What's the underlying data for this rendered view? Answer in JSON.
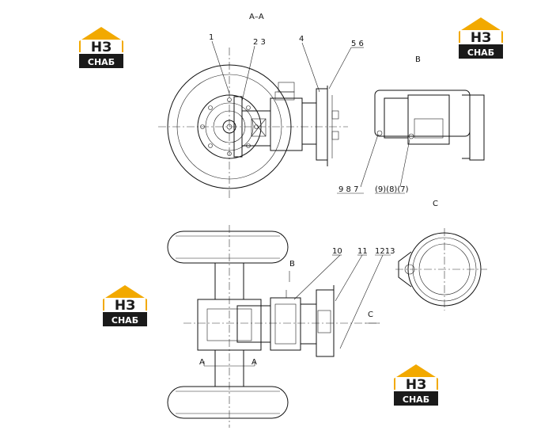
{
  "labels": {
    "section_aa": "A–A",
    "view_b": "B",
    "view_c": "C",
    "b_marker": "B",
    "c_marker": "C",
    "p1": "1",
    "p23": "2 3",
    "p4": "4",
    "p56": "5 6",
    "p987": "9 8 7",
    "p987b": "(9)(8)(7)",
    "p10": "10",
    "p11": "11",
    "p1213": "1213",
    "a_left": "A",
    "a_right": "A"
  },
  "logo": {
    "top": "НЗ",
    "bottom": "СНАБ",
    "accent": "#f2a900",
    "dark": "#1a1a1a"
  }
}
